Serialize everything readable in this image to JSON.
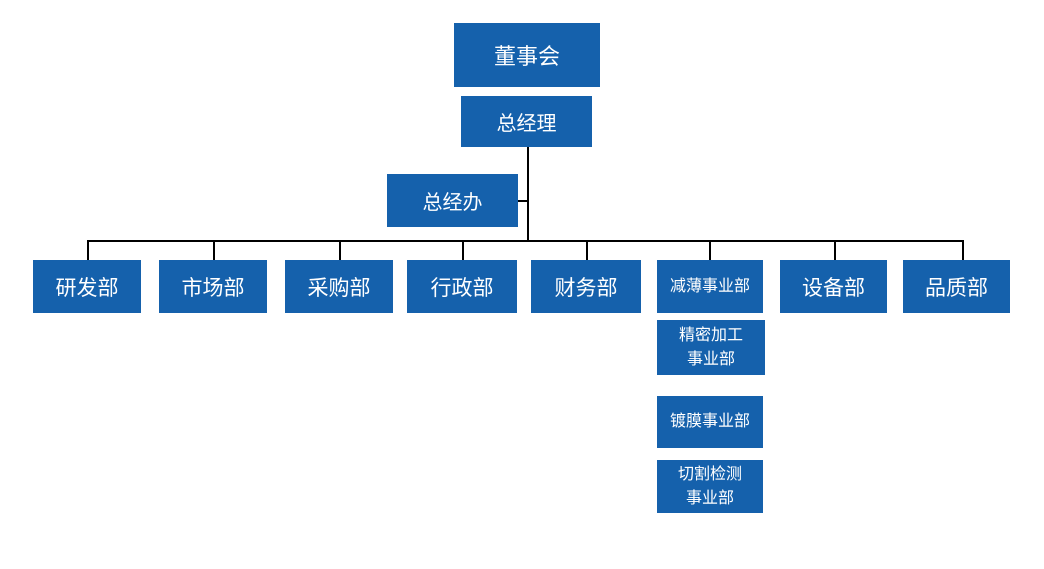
{
  "meta": {
    "type": "organization-chart",
    "language": "zh-CN"
  },
  "colors": {
    "canvas_bg": "#ffffff",
    "box_bg": "#1561ac",
    "box_text": "#ffffff",
    "connector": "#000000"
  },
  "nodes": {
    "board": {
      "label": "董事会"
    },
    "general_manager": {
      "label": "总经理"
    },
    "gm_office": {
      "label": "总经办"
    },
    "departments": [
      {
        "label": "研发部"
      },
      {
        "label": "市场部"
      },
      {
        "label": "采购部"
      },
      {
        "label": "行政部"
      },
      {
        "label": "财务部"
      },
      {
        "label": "减薄事业部"
      },
      {
        "label": "设备部"
      },
      {
        "label": "品质部"
      }
    ],
    "business_units": [
      {
        "label": "精密加工事业部",
        "lines": [
          "精密加工",
          "事业部"
        ]
      },
      {
        "label": "镀膜事业部",
        "lines": [
          "镀膜事业部"
        ]
      },
      {
        "label": "切割检测事业部",
        "lines": [
          "切割检测",
          "事业部"
        ]
      }
    ]
  }
}
